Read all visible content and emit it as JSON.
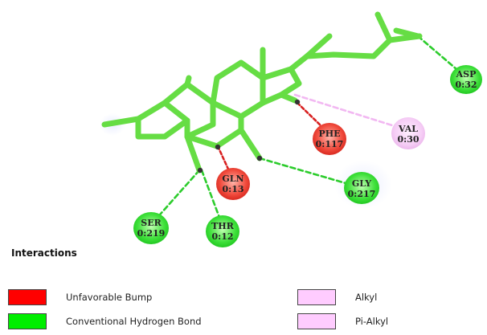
{
  "residues": [
    {
      "name": "ASP",
      "id": "0:32",
      "type": "hbond"
    },
    {
      "name": "PHE",
      "id": "0:117",
      "type": "bump"
    },
    {
      "name": "VAL",
      "id": "0:30",
      "type": "alkyl"
    },
    {
      "name": "GLN",
      "id": "0:13",
      "type": "bump"
    },
    {
      "name": "GLY",
      "id": "0:217",
      "type": "hbond"
    },
    {
      "name": "SER",
      "id": "0:219",
      "type": "hbond"
    },
    {
      "name": "THR",
      "id": "0:12",
      "type": "hbond"
    }
  ],
  "colors": {
    "ligand": "#66dd44",
    "bump": "#ee2222",
    "hbond": "#22dd22",
    "alkyl": "#f5c8f5"
  },
  "legend": {
    "title": "Interactions",
    "items": [
      {
        "label": "Unfavorable Bump",
        "color": "#ff0000"
      },
      {
        "label": "Alkyl",
        "color": "#ffccff"
      },
      {
        "label": "Conventional Hydrogen Bond",
        "color": "#00ee00"
      },
      {
        "label": "Pi-Alkyl",
        "color": "#ffccff"
      }
    ]
  }
}
